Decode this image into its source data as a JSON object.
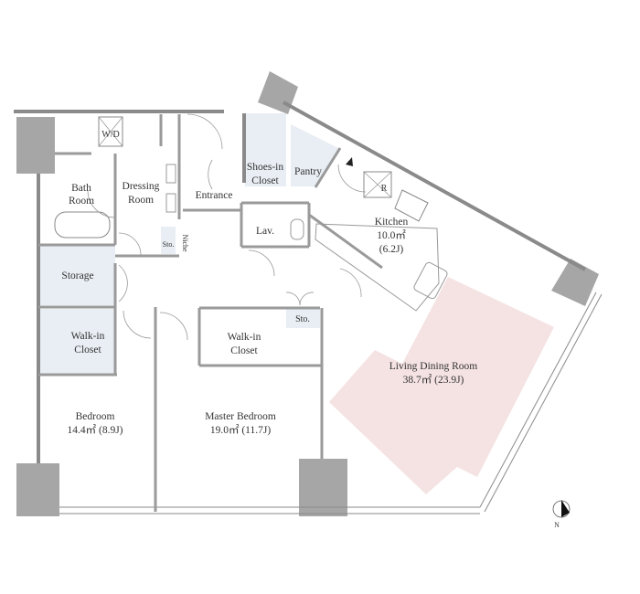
{
  "plan": {
    "rooms": {
      "wd": "W/D",
      "bath_1": "Bath",
      "bath_2": "Room",
      "dressing_1": "Dressing",
      "dressing_2": "Room",
      "entrance": "Entrance",
      "shoes_1": "Shoes-in",
      "shoes_2": "Closet",
      "pantry": "Pantry",
      "refrigerator": "R",
      "kitchen": "Kitchen",
      "kitchen_area": "10.0㎡",
      "kitchen_j": "(6.2J)",
      "lav": "Lav.",
      "sto_small": "Sto.",
      "niche": "Niche",
      "storage": "Storage",
      "wic_left_1": "Walk-in",
      "wic_left_2": "Closet",
      "wic_master_1": "Walk-in",
      "wic_master_2": "Closet",
      "sto_master": "Sto.",
      "ldr": "Living Dining Room",
      "ldr_area": "38.7㎡  (23.9J)",
      "bedroom": "Bedroom",
      "bedroom_area": "14.4㎡  (8.9J)",
      "master": "Master Bedroom",
      "master_area": "19.0㎡  (11.7J)"
    },
    "compass": "N",
    "colors": {
      "closet": "#e8eef4",
      "living": "#f5e3e3",
      "wall": "#a6a6a6"
    }
  }
}
